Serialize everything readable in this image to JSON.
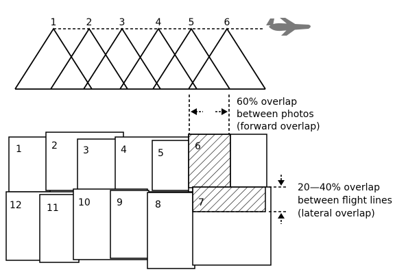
{
  "exposures": [
    "1",
    "2",
    "3",
    "4",
    "5",
    "6"
  ],
  "photo_numbers": [
    "1",
    "2",
    "3",
    "4",
    "5",
    "6",
    "7",
    "8",
    "9",
    "10",
    "11",
    "12"
  ],
  "icons": {
    "airplane": "airplane-icon"
  },
  "forward_overlap": {
    "line1": "60% overlap",
    "line2": "between photos",
    "line3": "(forward overlap)"
  },
  "lateral_overlap": {
    "line1": "20—40% overlap",
    "line2": "between flight lines",
    "line3": "(lateral overlap)"
  }
}
